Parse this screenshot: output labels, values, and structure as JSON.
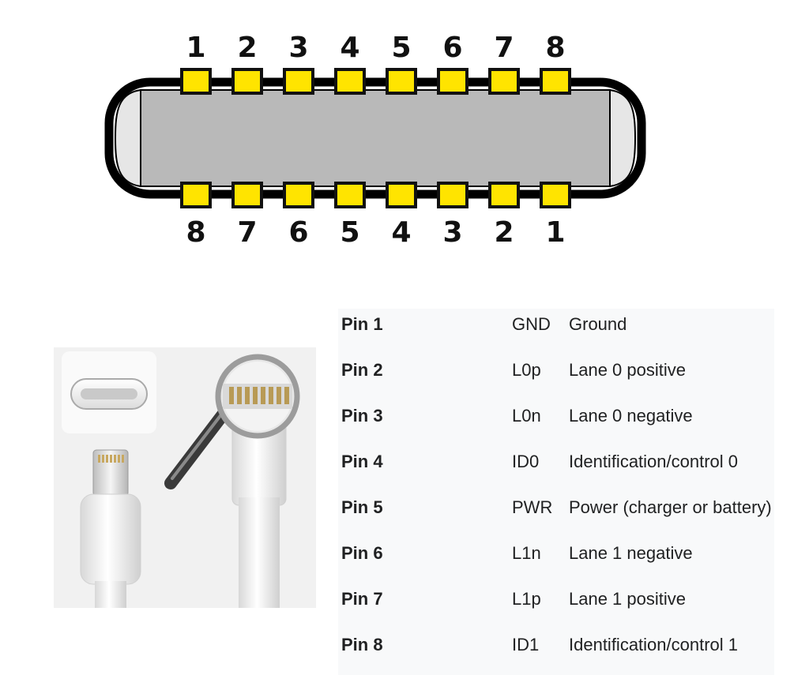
{
  "diagram": {
    "top_pins": [
      "1",
      "2",
      "3",
      "4",
      "5",
      "6",
      "7",
      "8"
    ],
    "bottom_pins": [
      "8",
      "7",
      "6",
      "5",
      "4",
      "3",
      "2",
      "1"
    ],
    "colors": {
      "pin_pad": "#ffe400",
      "pin_outline": "#111111",
      "connector_body": "#b9b9b9",
      "connector_outline": "#000000",
      "end_cap": "#e6e6e6"
    }
  },
  "photo": {
    "icons": [
      "lightning-port-icon",
      "lightning-plug-icon",
      "magnifying-glass-icon"
    ]
  },
  "table": {
    "rows": [
      {
        "pin": "Pin 1",
        "signal": "GND",
        "description": "Ground"
      },
      {
        "pin": "Pin 2",
        "signal": "L0p",
        "description": "Lane 0 positive"
      },
      {
        "pin": "Pin 3",
        "signal": "L0n",
        "description": "Lane 0 negative"
      },
      {
        "pin": "Pin 4",
        "signal": "ID0",
        "description": "Identification/control 0"
      },
      {
        "pin": "Pin 5",
        "signal": "PWR",
        "description": "Power (charger or battery)"
      },
      {
        "pin": "Pin 6",
        "signal": "L1n",
        "description": "Lane 1 negative"
      },
      {
        "pin": "Pin 7",
        "signal": "L1p",
        "description": "Lane 1 positive"
      },
      {
        "pin": "Pin 8",
        "signal": "ID1",
        "description": "Identification/control 1"
      }
    ]
  }
}
